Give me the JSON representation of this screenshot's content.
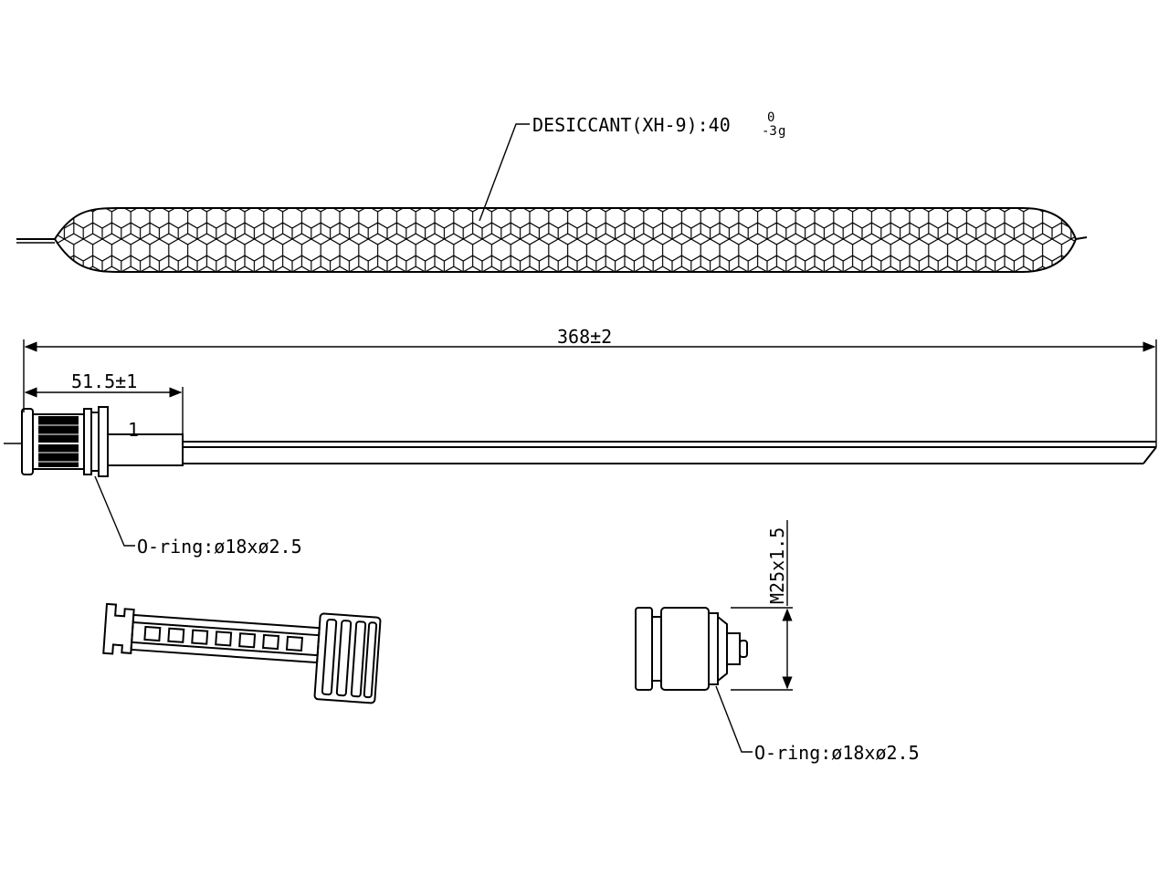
{
  "desiccant": {
    "label": "DESICCANT(XH-9):40",
    "tol_upper": "0",
    "tol_lower": "-3",
    "tol_unit": "g"
  },
  "dimensions": {
    "overall_length": "368±2",
    "head_length": "51.5±1",
    "part_ref": "1",
    "thread": "M25x1.5"
  },
  "callouts": {
    "oring_top": "O-ring:ø18xø2.5",
    "oring_bottom": "O-ring:ø18xø2.5"
  }
}
